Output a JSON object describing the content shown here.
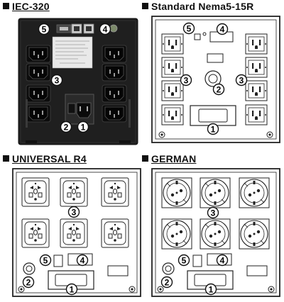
{
  "panels": [
    {
      "id": "iec",
      "title": "IEC-320"
    },
    {
      "id": "nema",
      "title": "Standard Nema5-15R"
    },
    {
      "id": "universal",
      "title": "UNIVERSAL R4"
    },
    {
      "id": "german",
      "title": "GERMAN"
    }
  ],
  "callouts": {
    "c1": "1",
    "c2": "2",
    "c3": "3",
    "c4": "4",
    "c5": "5"
  },
  "colors": {
    "device_body": "#1f1f1f",
    "outline": "#222222",
    "background": "#ffffff"
  }
}
